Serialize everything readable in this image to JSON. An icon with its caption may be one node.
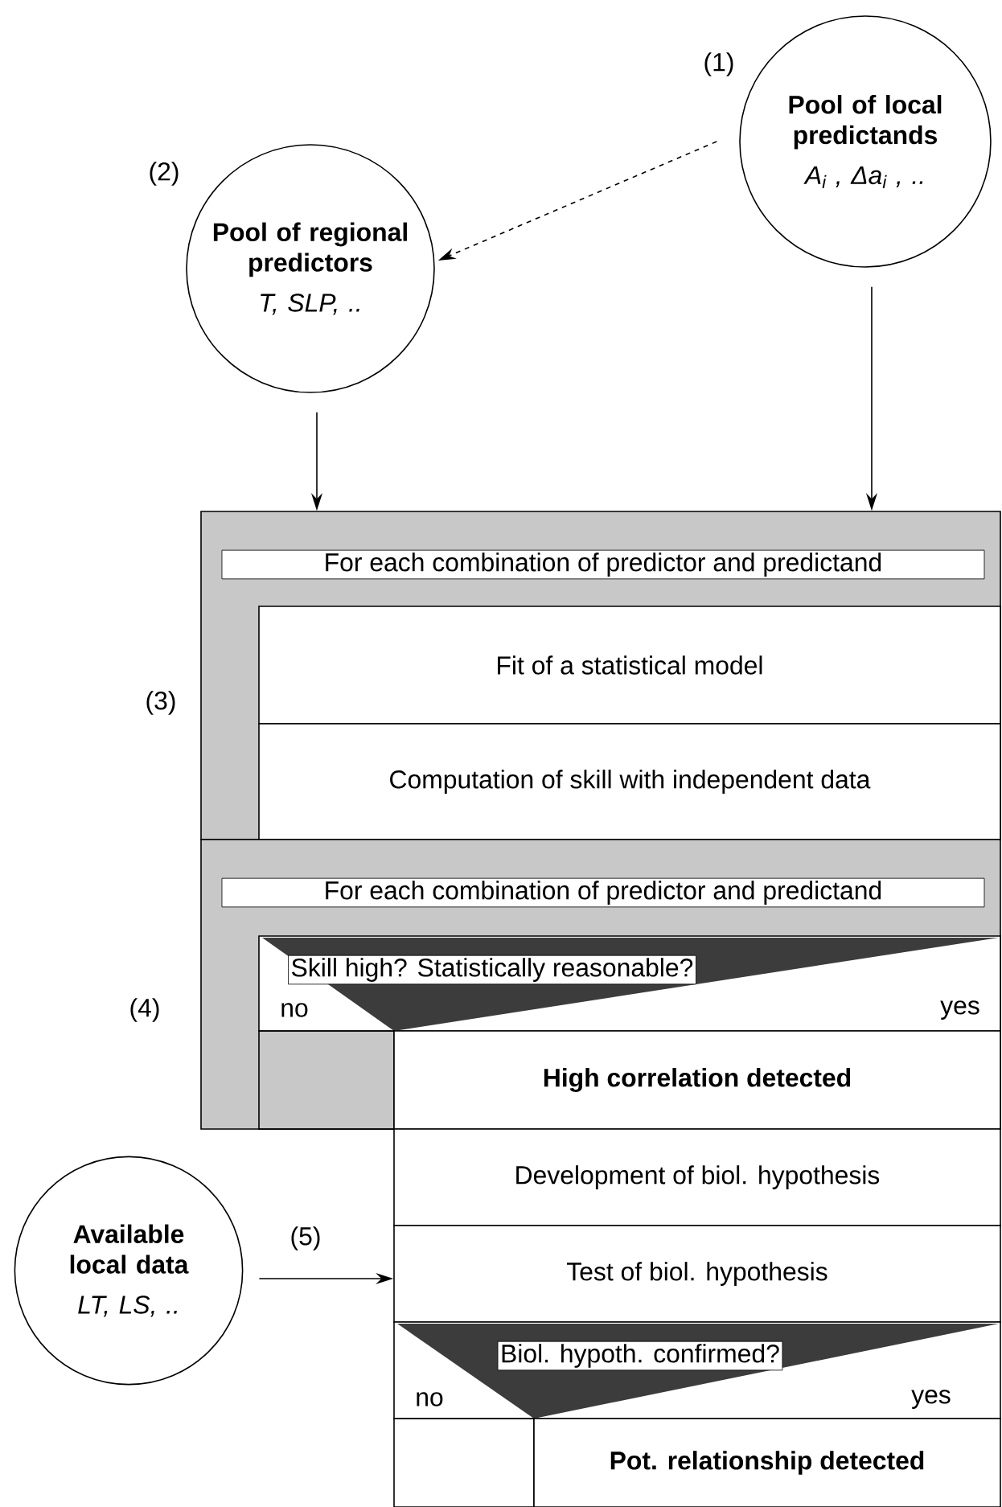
{
  "diagram": {
    "nodes": [
      {
        "text": [
          "Pool of local predictands",
          "A$_{i}$ , Δa$_{i}$ , .."
        ],
        "beside": [
          "(1)"
        ]
      },
      {
        "text": [
          "Pool of regional predictors",
          "T, SLP, .."
        ],
        "beside": [
          "(2)"
        ]
      },
      {
        "text": [
          "For each combination of predictor and predictand"
        ],
        "beside": [
          "(3)"
        ]
      },
      {
        "text": [
          "Fit of a statistical model"
        ],
        "in": 2
      },
      {
        "text": [
          "Computation of skill with independent data"
        ],
        "in": 2
      },
      {
        "text": [
          "For each combination of predictor and predictand"
        ],
        "beside": [
          "(4)"
        ]
      },
      {
        "text": [
          "Skill high? Statistically reasonable?",
          "no",
          "yes"
        ],
        "in": 5
      },
      {
        "text": [
          "High correlation detected"
        ],
        "in": 5
      },
      {
        "text": [
          "Development of biol. hypothesis"
        ]
      },
      {
        "text": [
          "Test of biol. hypothesis"
        ]
      },
      {
        "text": [
          "Biol. hypoth. confirmed?",
          "no",
          "yes"
        ]
      },
      {
        "text": [
          "Pot. relationship detected"
        ]
      },
      {
        "text": [
          "Available local data",
          "LT, LS, .."
        ]
      }
    ],
    "edges": [
      {
        "from": 0,
        "to": 1,
        "arrow": "to",
        "style": "dashed"
      },
      {
        "from": 1,
        "to": 2,
        "arrow": "to"
      },
      {
        "from": 0,
        "to": 2,
        "arrow": "to"
      },
      {
        "from": 12,
        "to": 9,
        "arrow": "to",
        "label": "(5)"
      }
    ]
  }
}
